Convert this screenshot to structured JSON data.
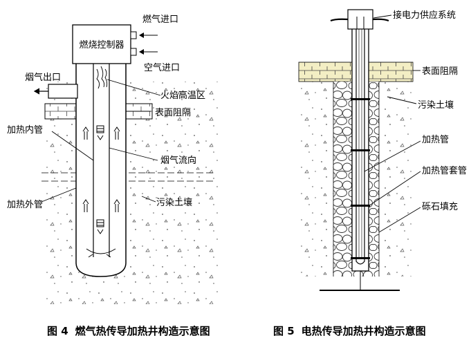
{
  "fig4": {
    "labels": {
      "controller": "燃烧控制器",
      "gas_inlet": "燃气进口",
      "air_inlet": "空气进口",
      "flue_outlet": "烟气出口",
      "flame_zone": "火焰高温区",
      "surface_barrier": "表面阻隔",
      "inner_tube": "加热内管",
      "flue_flow": "烟气流向",
      "outer_tube": "加热外管",
      "soil": "污染土壤"
    },
    "caption_num": "图 4",
    "caption_text": "燃气热传导加热井构造示意图"
  },
  "fig5": {
    "labels": {
      "power": "接电力供应系统",
      "surface_barrier": "表面阻隔",
      "soil": "污染土壤",
      "heater": "加热管",
      "sleeve": "加热管套管",
      "gravel": "砾石填充"
    },
    "caption_num": "图 5",
    "caption_text": "电热传导加热井构造示意图"
  },
  "colors": {
    "barrier_fill": "#f3eec4",
    "line": "#000000"
  }
}
